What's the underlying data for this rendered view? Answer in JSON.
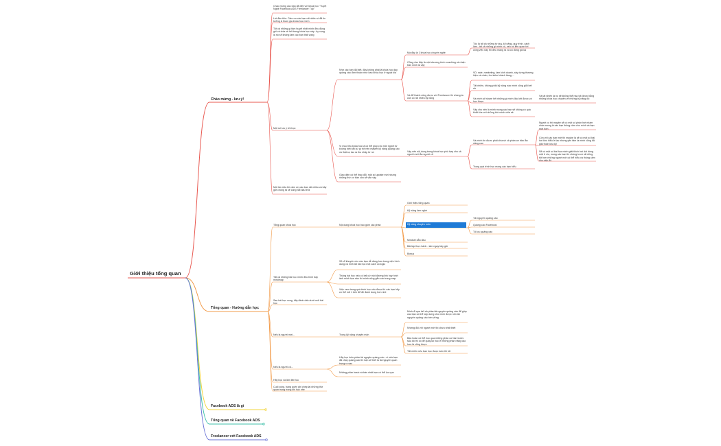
{
  "colors": {
    "red_branch": "#e8574f",
    "orange_branch": "#f29b4a",
    "yellow_branch": "#f2d43d",
    "teal_branch": "#3dbfa9",
    "blue_branch": "#6b74d6",
    "highlight": "#1f7bd6"
  },
  "root": "Giới thiệu tổng quan",
  "branches": {
    "chao_mung": "Chào mừng - lưu ý!",
    "tong_quan": "Tổng quan - Hướng dẫn học",
    "fb_ads": "Facebook ADS là gì",
    "tq_fb_ads": "Tổng quan về Facebook ADS",
    "freelancer": "Freelancer với Facebook ADS"
  },
  "chao": {
    "intro1": "Chào mừng các bạn đã đến với khóa học \"Tuyệt Nghệ Facebook ADS Freelancer Tốp\"",
    "intro2": "Lời đầu tiên: Cảm ơn các bạn rất nhiều vì đã tin tưởng & tham gia khóa học mình",
    "intro3": "Tốt cả những gì tâm huyết nhất mình đều đúng gói và chia sẻ hết trong khóa học này...hy vọng là nó sẽ không làm các bạn thất vọng",
    "mot_so_luu_y": "Một số lưu ý khi học:",
    "mot_lan_nua": "Một lần nữa thì cảm ơn các bạn rất nhiều và bây giờ chúng ta sẽ cùng bắt đầu thôi",
    "nhu_cac_ban": "Như các bạn đã biết, đây không phải là khóa học dạy quảng cáo đơn thuần như bao khóa học ở ngoài kia",
    "ma_day": "Mà đây là 1 khóa học chuyên nghề",
    "toc_la": "Tóc là tất cả những tư duy, kỹ năng, quy trình, cách làm...tất cả những gì mình có, nếu nó liên quan tới công việc này thì đều mang ra và có đồng gói lại",
    "cung_nhu": "Cũng như đây là một chương trình coaching và nhận bản mình là vậy",
    "va_de_thanh": "Và để thành công được với Freelancer thì chúng ta cần có rất nhiều kỹ năng",
    "vd_sale": "VD: sale, marketing, làm kinh doanh, xây dựng thương hiệu cá nhân, tìm kiếm khách hàng,...",
    "tat_nhien": "Tất nhiên, không phải kỹ năng nào mình cũng giỏi hết cả",
    "va_minh_se": "Và mình sẽ share hết những gì mình đúc kết được và học được",
    "va_tat_nhien": "Và tất nhiên là nó sẽ không thể nào tốt được bằng những khóa học chuyên về những kỹ năng đó",
    "vay_cho_nen": "Vậy cho nên là mình mong các bạn sẽ không có quá khắt khe với những thứ mình chia sẻ",
    "vi_muc_tieu": "Vì mục tiêu khóa học là có thể giúp cho một người từ không biết bắt cứ gì trở nên master kỹ năng quảng cáo và thật sự tạo ra thu nhập từ nó",
    "vay_nen": "Vậy nên nội dung trong khoá học phù hợp cho cả người mới lẫn người cũ",
    "va_minh_tin": "Và mình tin được phải chia sẻ cả phần cơ bản lẫn nâng cao",
    "nguoi_co_thi": "Người có thì maybe sẽ có một số phần hơi nhàm chán mong là các bạn thông cảm cho mình và bạn mới hơn",
    "con_voi": "Còn với các bạn mới thì maybe là sẽ có một số bài hơi khó hiểu ở tầu nhưng yên tâm là mình cũng đã giải thích kha kỹ",
    "se_co_mot_so": "Sẽ có một số bài học mình giải thích hơi dài dòng một tí xíu, mong các bạn thì chúng ta có rất riêng tốt hơn những người mới có thể hiểu và thông cảm cho việc đó",
    "trong_qua_trinh": "Trong quá trình học mong các bạn hiểu",
    "giao_dien": "Giao diện có thể thay đổi, một số update mới nhưng những thứ cơ bản còn sẽ vẫn vậy"
  },
  "tq": {
    "tong_quan_kh": "Tổng quan khoá học",
    "noi_dung": "Nội dung khoá học bao gồm các phần",
    "items": [
      "Giới thiệu tổng quan",
      "Kỹ năng làm nghề",
      "Kỹ năng chuyên môn",
      "Mindset dẫn đầu",
      "Bài tập thực hành - làm ngay bây giờ",
      "Bonus"
    ],
    "sub_items": [
      "Tài nguyên quảng cáo",
      "Quảng cáo Facebook",
      "Tối ưu quảng cáo"
    ],
    "tat_ca_nhung": "Tất cả những bài học mình đều trình bày mindmap",
    "so_di_khuyen": "Sở dĩ khuyến cho các bạn dễ dàng hơn trong việc hình dung và hình tất bài học một cách có logic",
    "thong_bai": "Thông bài học nếu có bất cứ một đường link hay hình ảnh minh họa nào thì mình cũng gắn vào trong map",
    "viec_xem": "Việc xem trong quá trình học nếu được thì các bạn hãy có thể mở 1 bên để đề đánh dụng hơn nhé",
    "sau_bai_hoc": "Sau bài học xong, hãy đánh dấu dưới mốt bài học",
    "neu_la_nguoi_moi": "Nếu là người mới...",
    "trong_ky_nang": "Trong kỹ năng chuyên môn",
    "minh_di_qua": "Mình đi qua hết cả phần tài nguyên quảng cáo để giúp các bạn có thể xây dựng cho mình được nền tài nguyên quảng cáo bền vững",
    "nhung_doi": "Nhưng đối với người mới thì chưa nhất thiết",
    "ban_hoan_co": "Bạn hoàn có thể học qua những phần cơ bản trước sau đó thì có để quay lại học ở những phần nâng cao hơn là cũng được",
    "tat_nhien_neu": "Tất nhiên nếu bạn học được luôn thì tốt",
    "neu_la_nguoi_cu": "Nếu là người cũ...",
    "hay_hoc_luon": "Hãy học luôn phần tài nguyên quảng cáo...vì nếu bạn đã chạy quảng cáo thì bạn sẽ biết là tài nguyên quan trọng ra sao",
    "nhung_phan": "Những phần basic và bán nhất bạn có thể lọc qua",
    "hay_hoc": "Hãy học và làm liên tục",
    "cuoi_cung": "Cuối cùng, bạng quên ghi chép lại những thứ quan trọng trong khi học nhé"
  }
}
